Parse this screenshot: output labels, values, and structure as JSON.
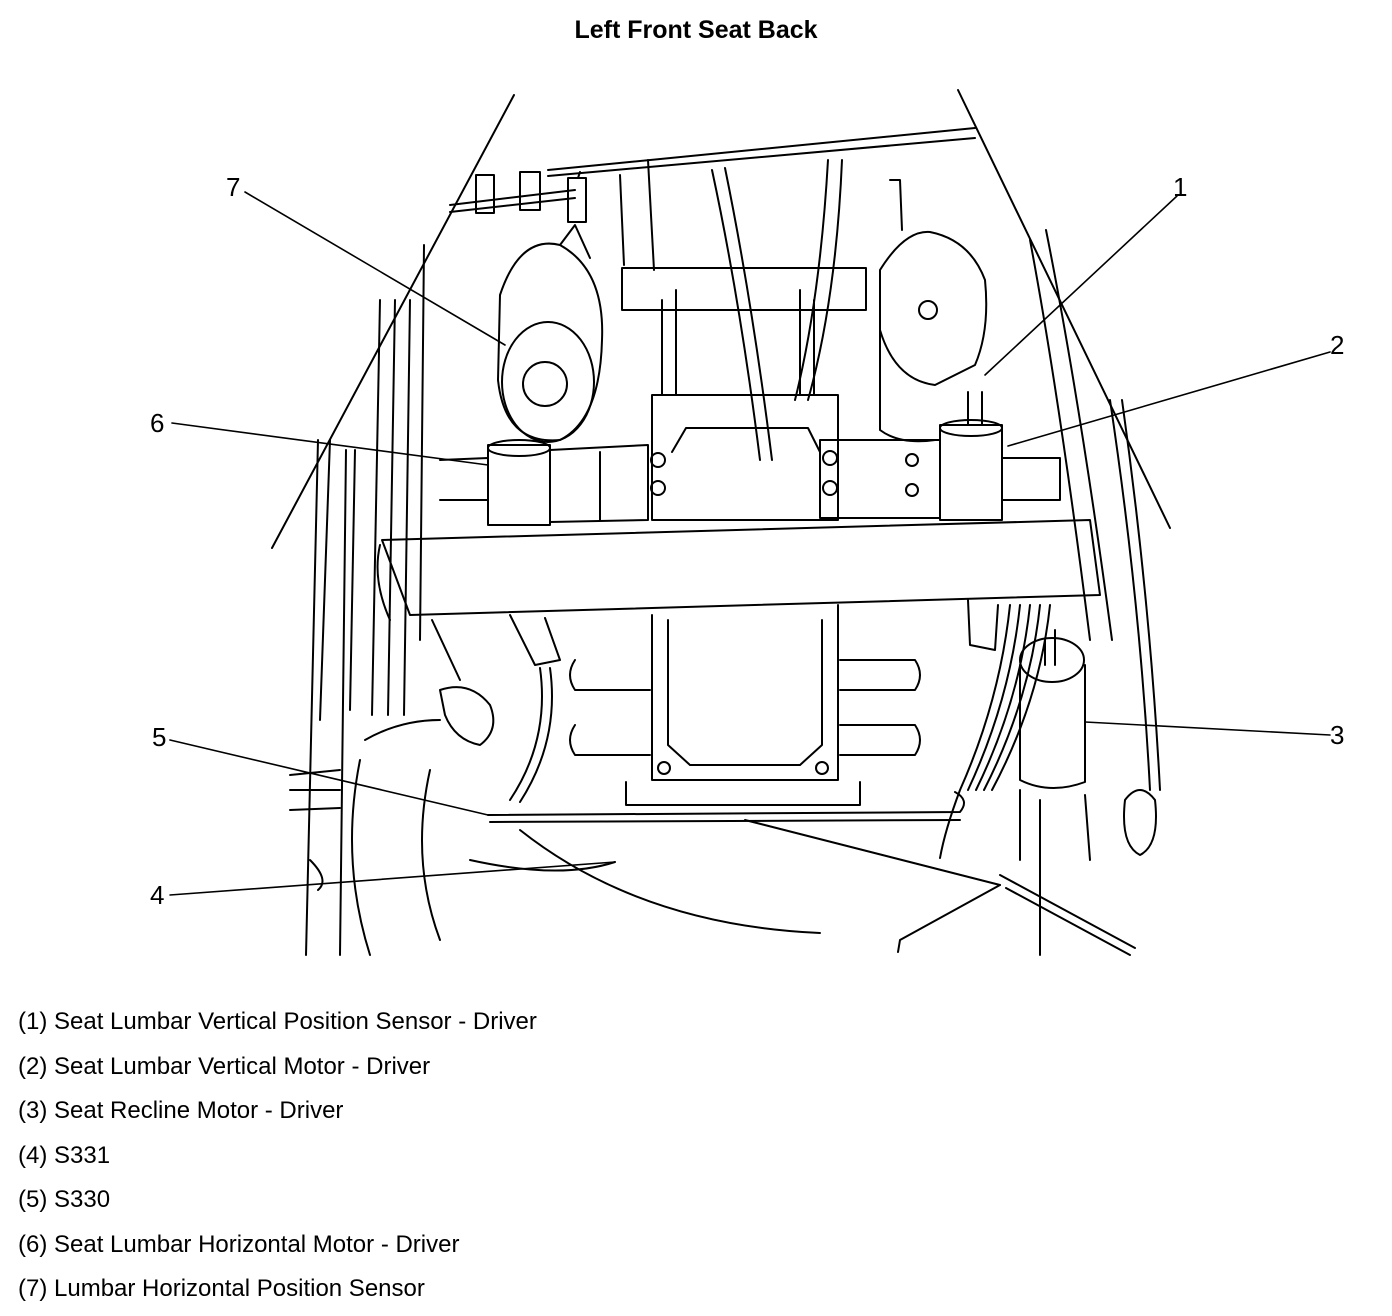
{
  "title": "Left Front Seat Back",
  "callouts": [
    {
      "number": "1"
    },
    {
      "number": "2"
    },
    {
      "number": "3"
    },
    {
      "number": "4"
    },
    {
      "number": "5"
    },
    {
      "number": "6"
    },
    {
      "number": "7"
    }
  ],
  "legend": [
    {
      "text": "(1) Seat Lumbar Vertical Position Sensor - Driver"
    },
    {
      "text": "(2) Seat Lumbar Vertical Motor - Driver"
    },
    {
      "text": "(3) Seat Recline Motor - Driver"
    },
    {
      "text": "(4) S331"
    },
    {
      "text": "(5) S330"
    },
    {
      "text": "(6) Seat Lumbar Horizontal Motor - Driver"
    },
    {
      "text": "(7) Lumbar Horizontal Position Sensor"
    }
  ]
}
